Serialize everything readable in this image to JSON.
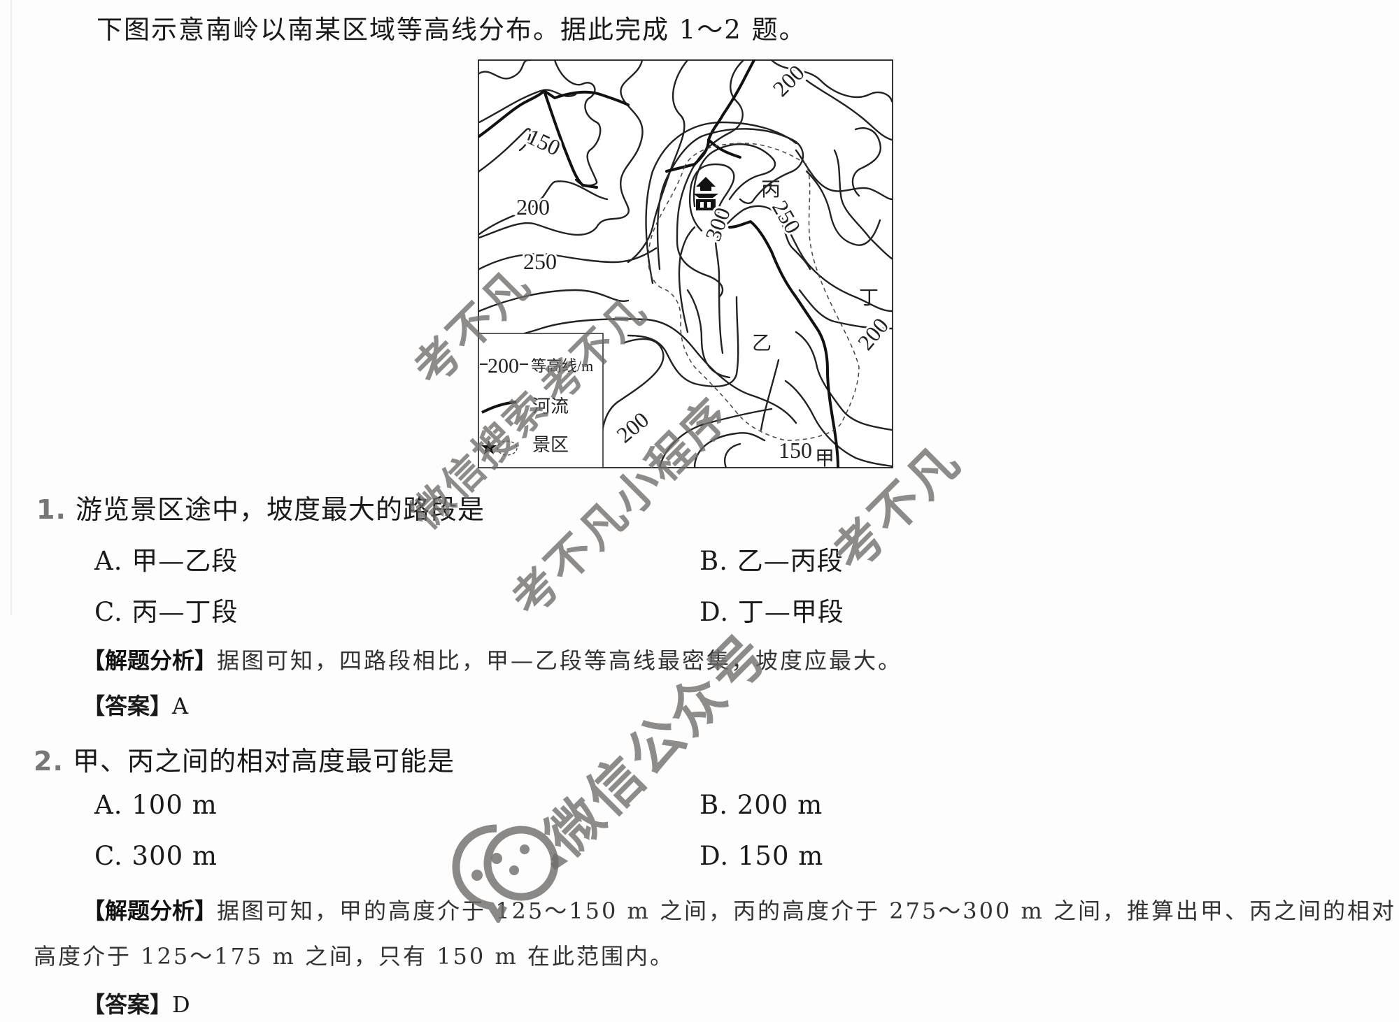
{
  "intro": "下图示意南岭以南某区域等高线分布。据此完成 1～2 题。",
  "map": {
    "contour_labels": [
      "150",
      "200",
      "250",
      "200",
      "300",
      "250",
      "200",
      "200",
      "150"
    ],
    "points": {
      "jia": "甲",
      "yi": "乙",
      "bing": "丙",
      "ding": "丁"
    },
    "legend": {
      "contour_sample": "200",
      "contour_label": "等高线/m",
      "river_label": "河流",
      "scenic_label": "景区"
    }
  },
  "questions": [
    {
      "number": "1.",
      "stem": "游览景区途中，坡度最大的路段是",
      "options": [
        {
          "key": "A.",
          "text": "甲—乙段"
        },
        {
          "key": "B.",
          "text": "乙—丙段"
        },
        {
          "key": "C.",
          "text": "丙—丁段"
        },
        {
          "key": "D.",
          "text": "丁—甲段"
        }
      ],
      "analysis_tag": "【解题分析】",
      "analysis": "据图可知，四路段相比，甲—乙段等高线最密集，坡度应最大。",
      "answer_tag": "【答案】",
      "answer": "A"
    },
    {
      "number": "2.",
      "stem": "甲、丙之间的相对高度最可能是",
      "options": [
        {
          "key": "A.",
          "text": "100 m"
        },
        {
          "key": "B.",
          "text": "200 m"
        },
        {
          "key": "C.",
          "text": "300 m"
        },
        {
          "key": "D.",
          "text": "150 m"
        }
      ],
      "analysis_tag": "【解题分析】",
      "analysis_line1": "据图可知，甲的高度介于 125～150 m 之间，丙的高度介于 275～300 m 之间，推算出甲、丙之间的相对",
      "analysis_line2": "高度介于 125～175 m 之间，只有 150 m 在此范围内。",
      "answer_tag": "【答案】",
      "answer": "D"
    }
  ],
  "watermarks": [
    "考不凡",
    "考不凡",
    "微信搜索",
    "考不凡小程序",
    "考不凡",
    "考不凡",
    "考不凡",
    "微信公众号",
    "考不凡"
  ]
}
